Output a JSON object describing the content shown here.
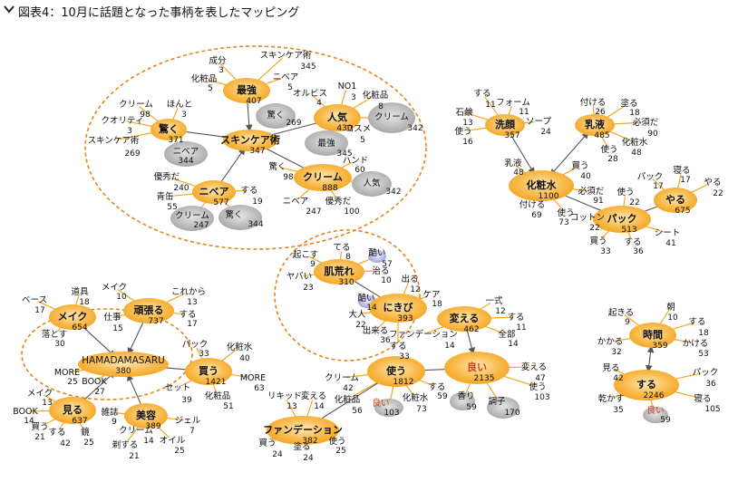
{
  "header": {
    "title": "図表4：10月に話題となった事柄を表したマッピング",
    "icon": "chevron-down-icon"
  },
  "colors": {
    "hub": "#f5a623",
    "node": "#b8b8b8",
    "accent_node": "#c8cbee",
    "dashed": "#e8821a",
    "edge": "#555555",
    "highlight_text": "#d04010"
  },
  "hubs": [
    {
      "id": "saikyo",
      "name": "最強",
      "value": "407"
    },
    {
      "id": "odoroku",
      "name": "驚く",
      "value": "371"
    },
    {
      "id": "ninki",
      "name": "人気",
      "value": "430"
    },
    {
      "id": "skincare",
      "name": "スキンケア術",
      "value": "347"
    },
    {
      "id": "nivea",
      "name": "ニベア",
      "value": "577"
    },
    {
      "id": "cream",
      "name": "クリーム",
      "value": "888"
    },
    {
      "id": "senganshi",
      "name": "洗顔",
      "value": "357"
    },
    {
      "id": "nyueki",
      "name": "乳液",
      "value": "485"
    },
    {
      "id": "keshosui",
      "name": "化粧水",
      "value": "1100"
    },
    {
      "id": "yaru",
      "name": "やる",
      "value": "675"
    },
    {
      "id": "pack",
      "name": "パック",
      "value": "513"
    },
    {
      "id": "hadaare",
      "name": "肌荒れ",
      "value": "310"
    },
    {
      "id": "nikibi",
      "name": "にきび",
      "value": "393"
    },
    {
      "id": "kaeru",
      "name": "変える",
      "value": "462"
    },
    {
      "id": "tsukau",
      "name": "使う",
      "value": "1812"
    },
    {
      "id": "yoi",
      "name": "良い",
      "value": "2135"
    },
    {
      "id": "fandeshon",
      "name": "ファンデーション",
      "value": "382"
    },
    {
      "id": "meiku",
      "name": "メイク",
      "value": "654"
    },
    {
      "id": "ganbaru",
      "name": "頑張る",
      "value": "737"
    },
    {
      "id": "hamada",
      "name": "HAMADAMASARU",
      "value": "380"
    },
    {
      "id": "kau",
      "name": "買う",
      "value": "1421"
    },
    {
      "id": "miru",
      "name": "見る",
      "value": "637"
    },
    {
      "id": "biyou",
      "name": "美容",
      "value": "389"
    },
    {
      "id": "jikan",
      "name": "時間",
      "value": "359"
    },
    {
      "id": "suru",
      "name": "する",
      "value": "2246"
    }
  ],
  "nodes": [
    {
      "id": "n1",
      "label": "成分",
      "value": "3"
    },
    {
      "id": "n2",
      "label": "化粧品",
      "value": "5"
    },
    {
      "id": "n3",
      "label": "スキンケア術",
      "value": "345"
    },
    {
      "id": "n4",
      "label": "ニベア",
      "value": "5"
    },
    {
      "id": "n5",
      "label": "オルビス",
      "value": "4"
    },
    {
      "id": "n6",
      "label": "NO1",
      "value": "3"
    },
    {
      "id": "n7",
      "label": "化粧品",
      "value": "8"
    },
    {
      "id": "n8",
      "label": "クリーム",
      "value": "342"
    },
    {
      "id": "n9",
      "label": "コスメ",
      "value": "5"
    },
    {
      "id": "n10",
      "label": "驚く",
      "value": "269"
    },
    {
      "id": "n11",
      "label": "最強",
      "value": "345"
    },
    {
      "id": "n12",
      "label": "クリーム",
      "value": "98"
    },
    {
      "id": "n13",
      "label": "ほんと",
      "value": "3"
    },
    {
      "id": "n14",
      "label": "クオリティ",
      "value": "3"
    },
    {
      "id": "n15",
      "label": "スキンケア術",
      "value": "269"
    },
    {
      "id": "n16",
      "label": "ニベア",
      "value": "344"
    },
    {
      "id": "n17",
      "label": "優秀だ",
      "value": "240"
    },
    {
      "id": "n18",
      "label": "青缶",
      "value": "55"
    },
    {
      "id": "n19",
      "label": "クリーム",
      "value": "247"
    },
    {
      "id": "n20",
      "label": "する",
      "value": "19"
    },
    {
      "id": "n21",
      "label": "驚く",
      "value": "344"
    },
    {
      "id": "n22",
      "label": "驚く",
      "value": "98"
    },
    {
      "id": "n23",
      "label": "ハンド",
      "value": "60"
    },
    {
      "id": "n24",
      "label": "人気",
      "value": "342"
    },
    {
      "id": "n25",
      "label": "ニベア",
      "value": "247"
    },
    {
      "id": "n26",
      "label": "優秀だ",
      "value": "100"
    },
    {
      "id": "n27",
      "label": "する",
      "value": "11"
    },
    {
      "id": "n28",
      "label": "フォーム",
      "value": "11"
    },
    {
      "id": "n29",
      "label": "石鹸",
      "value": "13"
    },
    {
      "id": "n30",
      "label": "ソープ",
      "value": "24"
    },
    {
      "id": "n31",
      "label": "使う",
      "value": "16"
    },
    {
      "id": "n32",
      "label": "付ける",
      "value": "26"
    },
    {
      "id": "n33",
      "label": "塗る",
      "value": "18"
    },
    {
      "id": "n34",
      "label": "必須だ",
      "value": "90"
    },
    {
      "id": "n35",
      "label": "使う",
      "value": "28"
    },
    {
      "id": "n36",
      "label": "化粧水",
      "value": "48"
    },
    {
      "id": "n37",
      "label": "乳液",
      "value": "48"
    },
    {
      "id": "n38",
      "label": "買う",
      "value": "40"
    },
    {
      "id": "n39",
      "label": "必須だ",
      "value": "91"
    },
    {
      "id": "n40",
      "label": "付ける",
      "value": "69"
    },
    {
      "id": "n41",
      "label": "使う",
      "value": "73"
    },
    {
      "id": "n42",
      "label": "パック",
      "value": "17"
    },
    {
      "id": "n43",
      "label": "寝る",
      "value": "17"
    },
    {
      "id": "n44",
      "label": "やる",
      "value": "22"
    },
    {
      "id": "n45",
      "label": "使う",
      "value": "22"
    },
    {
      "id": "n46",
      "label": "コットン",
      "value": "22"
    },
    {
      "id": "n47",
      "label": "シート",
      "value": "41"
    },
    {
      "id": "n48",
      "label": "買う",
      "value": "33"
    },
    {
      "id": "n49",
      "label": "する",
      "value": "36"
    },
    {
      "id": "n50",
      "label": "起こす",
      "value": "9"
    },
    {
      "id": "n51",
      "label": "てる",
      "value": "8"
    },
    {
      "id": "n52",
      "label": "酷い",
      "value": "57"
    },
    {
      "id": "n53",
      "label": "ヤバい",
      "value": "23"
    },
    {
      "id": "n54",
      "label": "治る",
      "value": "10"
    },
    {
      "id": "n55",
      "label": "出る",
      "value": "12"
    },
    {
      "id": "n56",
      "label": "ケア",
      "value": "18"
    },
    {
      "id": "n57",
      "label": "酷い",
      "value": "14"
    },
    {
      "id": "n58",
      "label": "大人",
      "value": "22"
    },
    {
      "id": "n59",
      "label": "出来る",
      "value": "36"
    },
    {
      "id": "n60",
      "label": "する",
      "value": "33"
    },
    {
      "id": "n61",
      "label": "一式",
      "value": "12"
    },
    {
      "id": "n62",
      "label": "する",
      "value": "11"
    },
    {
      "id": "n63",
      "label": "ファンデーション",
      "value": "14"
    },
    {
      "id": "n64",
      "label": "全部",
      "value": "14"
    },
    {
      "id": "n65",
      "label": "クリーム",
      "value": "42"
    },
    {
      "id": "n66",
      "label": "リキッド",
      "value": "13"
    },
    {
      "id": "n67",
      "label": "変える",
      "value": "14"
    },
    {
      "id": "n68",
      "label": "化粧品",
      "value": "56"
    },
    {
      "id": "n69",
      "label": "良い",
      "value": "103"
    },
    {
      "id": "n70",
      "label": "化粧水",
      "value": "73"
    },
    {
      "id": "n71",
      "label": "する",
      "value": "59"
    },
    {
      "id": "n72",
      "label": "香り",
      "value": "59"
    },
    {
      "id": "n73",
      "label": "調子",
      "value": "170"
    },
    {
      "id": "n74",
      "label": "変える",
      "value": "47"
    },
    {
      "id": "n75",
      "label": "使う",
      "value": "103"
    },
    {
      "id": "n76",
      "label": "買う",
      "value": "24"
    },
    {
      "id": "n77",
      "label": "塗る",
      "value": "24"
    },
    {
      "id": "n78",
      "label": "使う",
      "value": "25"
    },
    {
      "id": "n79",
      "label": "ベース",
      "value": "17"
    },
    {
      "id": "n80",
      "label": "道具",
      "value": "18"
    },
    {
      "id": "n81",
      "label": "落とす",
      "value": "30"
    },
    {
      "id": "n82",
      "label": "メイク",
      "value": "10"
    },
    {
      "id": "n83",
      "label": "これから",
      "value": "13"
    },
    {
      "id": "n84",
      "label": "仕事",
      "value": "15"
    },
    {
      "id": "n85",
      "label": "する",
      "value": "17"
    },
    {
      "id": "n86",
      "label": "MORE",
      "value": "25"
    },
    {
      "id": "n87",
      "label": "BOOK",
      "value": "27"
    },
    {
      "id": "n88",
      "label": "パック",
      "value": "33"
    },
    {
      "id": "n89",
      "label": "化粧水",
      "value": "40"
    },
    {
      "id": "n90",
      "label": "MORE",
      "value": "63"
    },
    {
      "id": "n91",
      "label": "セット",
      "value": "39"
    },
    {
      "id": "n92",
      "label": "化粧品",
      "value": "51"
    },
    {
      "id": "n93",
      "label": "メイク",
      "value": "13"
    },
    {
      "id": "n94",
      "label": "BOOK",
      "value": "14"
    },
    {
      "id": "n95",
      "label": "買う",
      "value": "21"
    },
    {
      "id": "n96",
      "label": "する",
      "value": "42"
    },
    {
      "id": "n97",
      "label": "鏡",
      "value": "25"
    },
    {
      "id": "n98",
      "label": "雑誌",
      "value": "9"
    },
    {
      "id": "n99",
      "label": "ジェル",
      "value": "7"
    },
    {
      "id": "n100",
      "label": "クリーム",
      "value": "14"
    },
    {
      "id": "n101",
      "label": "オイル",
      "value": "25"
    },
    {
      "id": "n102",
      "label": "剃する",
      "value": "21"
    },
    {
      "id": "n103",
      "label": "起きる",
      "value": "9"
    },
    {
      "id": "n104",
      "label": "朝",
      "value": "10"
    },
    {
      "id": "n105",
      "label": "する",
      "value": "18"
    },
    {
      "id": "n106",
      "label": "かかる",
      "value": "32"
    },
    {
      "id": "n107",
      "label": "かける",
      "value": "53"
    },
    {
      "id": "n108",
      "label": "見る",
      "value": "42"
    },
    {
      "id": "n109",
      "label": "パック",
      "value": "36"
    },
    {
      "id": "n110",
      "label": "乾かす",
      "value": "35"
    },
    {
      "id": "n111",
      "label": "寝る",
      "value": "105"
    },
    {
      "id": "n112",
      "label": "良い",
      "value": "59"
    }
  ]
}
